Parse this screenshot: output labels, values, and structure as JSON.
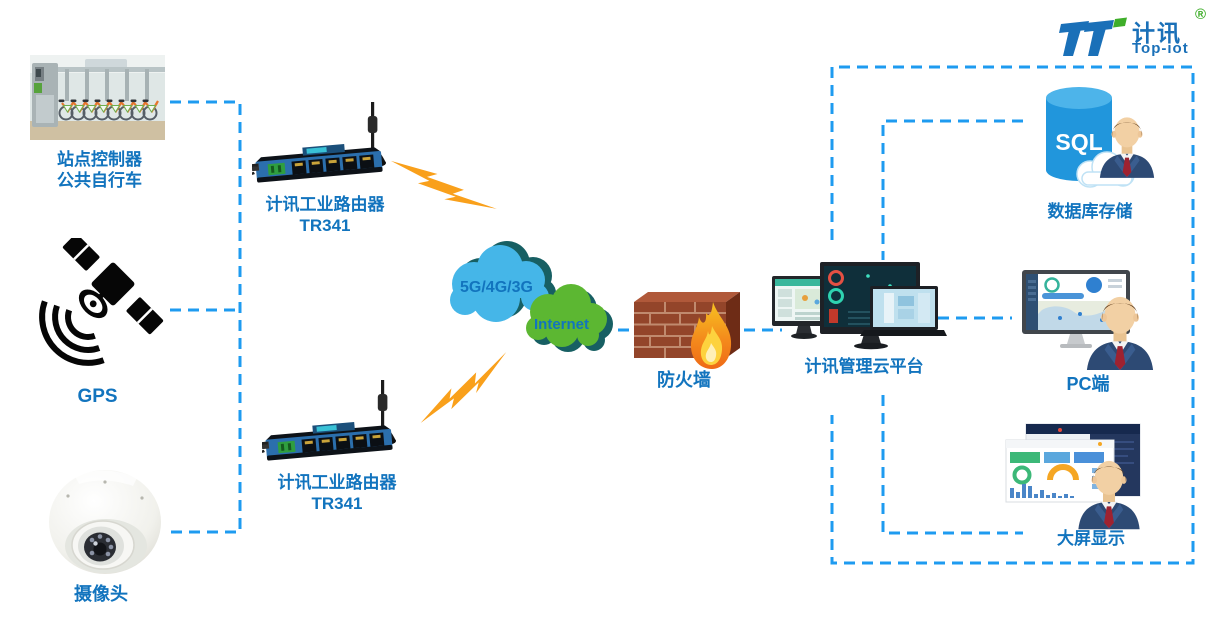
{
  "logo": {
    "brand_cn": "计讯",
    "brand_en": "Top-iot",
    "registered": "®"
  },
  "nodes": {
    "bike_station": {
      "line1": "站点控制器",
      "line2": "公共自行车"
    },
    "gps": {
      "label": "GPS"
    },
    "camera": {
      "label": "摄像头"
    },
    "router_top": {
      "line1": "计讯工业路由器",
      "line2": "TR341"
    },
    "router_bottom": {
      "line1": "计讯工业路由器",
      "line2": "TR341"
    },
    "network_cloud": {
      "cellular": "5G/4G/3G",
      "internet": "Internet"
    },
    "firewall": {
      "label": "防火墙"
    },
    "cloud_platform": {
      "label": "计讯管理云平台"
    },
    "database": {
      "label": "数据库存储",
      "sql": "SQL"
    },
    "pc": {
      "label": "PC端"
    },
    "big_screen": {
      "label": "大屏显示"
    }
  },
  "icons": {
    "bike_station": "bike-share-station-photo",
    "gps": "gps-satellite-icon",
    "camera": "dome-camera-icon",
    "router": "industrial-router-icon",
    "cloud": "network-cloud-icon",
    "lightning": "wireless-link-bolt-icon",
    "firewall": "brick-wall-flame-icon",
    "cloud_platform": "monitor-group-icon",
    "database": "sql-database-icon",
    "pc": "desktop-map-dashboard-icon",
    "big_screen": "dashboard-screens-icon",
    "avatar": "businessman-avatar"
  },
  "colors": {
    "label_blue": "#1274BE",
    "dash_blue": "#1E9BF0",
    "cloud_blue": "#45B6E8",
    "cloud_green": "#5CB732",
    "cloud_shadow": "#175F63",
    "lightning_orange": "#F9A01B",
    "brick_red": "#93452A",
    "sql_blue": "#2196DC",
    "logo_blue": "#1A70B8",
    "logo_green": "#3FAE2A"
  }
}
